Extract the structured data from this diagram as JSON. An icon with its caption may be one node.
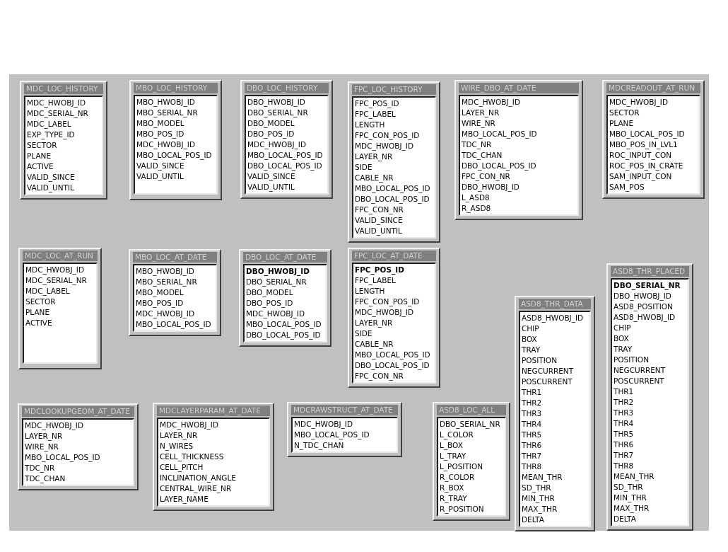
{
  "diagram": {
    "nodes": [
      {
        "text": [
          "MDC_LOC_HISTORY",
          "MDC_HWOBJ_ID",
          "MDC_SERIAL_NR",
          "MDC_LABEL",
          "EXP_TYPE_ID",
          "SECTOR",
          "PLANE",
          "ACTIVE",
          "VALID_SINCE",
          "VALID_UNTIL"
        ]
      },
      {
        "text": [
          "MBO_LOC_HISTORY",
          "MBO_HWOBJ_ID",
          "MBO_SERIAL_NR",
          "MBO_MODEL",
          "MBO_POS_ID",
          "MDC_HWOBJ_ID",
          "MBO_LOCAL_POS_ID",
          "VALID_SINCE",
          "VALID_UNTIL"
        ]
      },
      {
        "text": [
          "DBO_LOC_HISTORY",
          "DBO_HWOBJ_ID",
          "DBO_SERIAL_NR",
          "DBO_MODEL",
          "DBO_POS_ID",
          "MDC_HWOBJ_ID",
          "MBO_LOCAL_POS_ID",
          "DBO_LOCAL_POS_ID",
          "VALID_SINCE",
          "VALID_UNTIL"
        ]
      },
      {
        "text": [
          "FPC_LOC_HISTORY",
          "FPC_POS_ID",
          "FPC_LABEL",
          "LENGTH",
          "FPC_CON_POS_ID",
          "MDC_HWOBJ_ID",
          "LAYER_NR",
          "SIDE",
          "CABLE_NR",
          "MBO_LOCAL_POS_ID",
          "DBO_LOCAL_POS_ID",
          "FPC_CON_NR",
          "VALID_SINCE",
          "VALID_UNTIL"
        ]
      },
      {
        "text": [
          "WIRE_DBO_AT_DATE",
          "MDC_HWOBJ_ID",
          "LAYER_NR",
          "WIRE_NR",
          "MBO_LOCAL_POS_ID",
          "TDC_NR",
          "TDC_CHAN",
          "DBO_LOCAL_POS_ID",
          "FPC_CON_NR",
          "DBO_HWOBJ_ID",
          "L_ASD8",
          "R_ASD8"
        ]
      },
      {
        "text": [
          "MDCREADOUT_AT_RUN",
          "MDC_HWOBJ_ID",
          "SECTOR",
          "PLANE",
          "MBO_LOCAL_POS_ID",
          "MBO_POS_IN_LVL1",
          "ROC_INPUT_CON",
          "ROC_POS_IN_CRATE",
          "SAM_INPUT_CON",
          "SAM_POS"
        ]
      },
      {
        "text": [
          "MDC_LOC_AT_RUN",
          "MDC_HWOBJ_ID",
          "MDC_SERIAL_NR",
          "MDC_LABEL",
          "SECTOR",
          "PLANE",
          "ACTIVE"
        ]
      },
      {
        "text": [
          "MBO_LOC_AT_DATE",
          "MBO_HWOBJ_ID",
          "MBO_SERIAL_NR",
          "MBO_MODEL",
          "MBO_POS_ID",
          "MDC_HWOBJ_ID",
          "MBO_LOCAL_POS_ID"
        ]
      },
      {
        "text": [
          "DBO_LOC_AT_DATE",
          "**DBO_HWOBJ_ID**",
          "DBO_SERIAL_NR",
          "DBO_MODEL",
          "DBO_POS_ID",
          "MDC_HWOBJ_ID",
          "MBO_LOCAL_POS_ID",
          "DBO_LOCAL_POS_ID"
        ]
      },
      {
        "text": [
          "FPC_LOC_AT_DATE",
          "**FPC_POS_ID**",
          "FPC_LABEL",
          "LENGTH",
          "FPC_CON_POS_ID",
          "MDC_HWOBJ_ID",
          "LAYER_NR",
          "SIDE",
          "CABLE_NR",
          "MBO_LOCAL_POS_ID",
          "DBO_LOCAL_POS_ID",
          "FPC_CON_NR"
        ]
      },
      {
        "text": [
          "ASD8_THR_PLACED",
          "**DBO_SERIAL_NR**",
          "DBO_HWOBJ_ID",
          "ASD8_POSITION",
          "ASD8_HWOBJ_ID",
          "CHIP",
          "BOX",
          "TRAY",
          "POSITION",
          "NEGCURRENT",
          "POSCURRENT",
          "THR1",
          "THR2",
          "THR3",
          "THR4",
          "THR5",
          "THR6",
          "THR7",
          "THR8",
          "MEAN_THR",
          "SD_THR",
          "MIN_THR",
          "MAX_THR",
          "DELTA"
        ]
      },
      {
        "text": [
          "ASD8_THR_DATA",
          "ASD8_HWOBJ_ID",
          "CHIP",
          "BOX",
          "TRAY",
          "POSITION",
          "NEGCURRENT",
          "POSCURRENT",
          "THR1",
          "THR2",
          "THR3",
          "THR4",
          "THR5",
          "THR6",
          "THR7",
          "THR8",
          "MEAN_THR",
          "SD_THR",
          "MIN_THR",
          "MAX_THR",
          "DELTA"
        ]
      },
      {
        "text": [
          "MDCLOOKUPGEOM_AT_DATE",
          "MDC_HWOBJ_ID",
          "LAYER_NR",
          "WIRE_NR",
          "MBO_LOCAL_POS_ID",
          "TDC_NR",
          "TDC_CHAN"
        ]
      },
      {
        "text": [
          "MDCLAYERPARAM_AT_DATE",
          "MDC_HWOBJ_ID",
          "LAYER_NR",
          "N_WIRES",
          "CELL_THICKNESS",
          "CELL_PITCH",
          "INCLINATION_ANGLE",
          "CENTRAL_WIRE_NR",
          "LAYER_NAME"
        ]
      },
      {
        "text": [
          "MDCRAWSTRUCT_AT_DATE",
          "MDC_HWOBJ_ID",
          "MBO_LOCAL_POS_ID",
          "N_TDC_CHAN"
        ]
      },
      {
        "text": [
          "ASD8_LOC_ALL",
          "DBO_SERIAL_NR",
          "L_COLOR",
          "L_BOX",
          "L_TRAY",
          "L_POSITION",
          "R_COLOR",
          "R_BOX",
          "R_TRAY",
          "R_POSITION"
        ]
      }
    ]
  }
}
